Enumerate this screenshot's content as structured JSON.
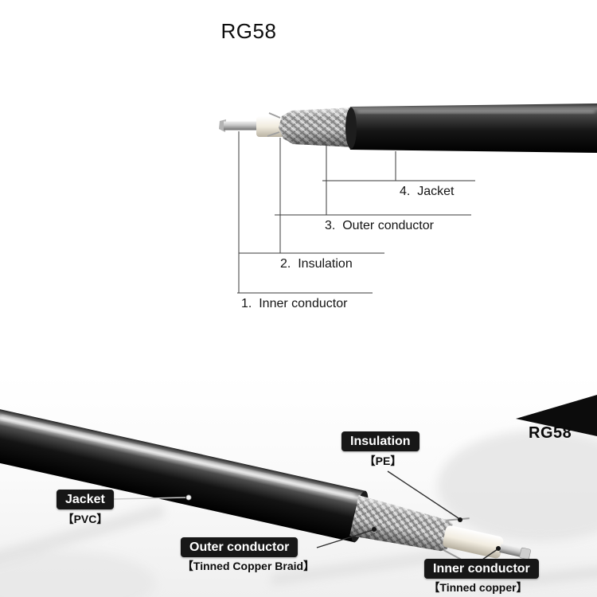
{
  "title": "RG58",
  "top_diagram": {
    "labels": [
      {
        "text": "1.  Inner conductor"
      },
      {
        "text": "2.  Insulation"
      },
      {
        "text": "3.  Outer conductor"
      },
      {
        "text": "4.  Jacket"
      }
    ]
  },
  "bottom_diagram": {
    "model_label": "RG58",
    "callouts": [
      {
        "name": "Insulation",
        "material": "【PE】"
      },
      {
        "name": "Jacket",
        "material": "【PVC】"
      },
      {
        "name": "Outer conductor",
        "material": "【Tinned Copper Braid】"
      },
      {
        "name": "Inner conductor",
        "material": "【Tinned copper】"
      }
    ]
  },
  "colors": {
    "jacket": "#0a0a0a",
    "outer_conductor_braid": "#c6c6c6",
    "insulation": "#f2ede1",
    "inner_conductor": "#c9c9c9",
    "badge_background": "#171717",
    "badge_text": "#ffffff",
    "leader_line": "#3a3a3a"
  }
}
